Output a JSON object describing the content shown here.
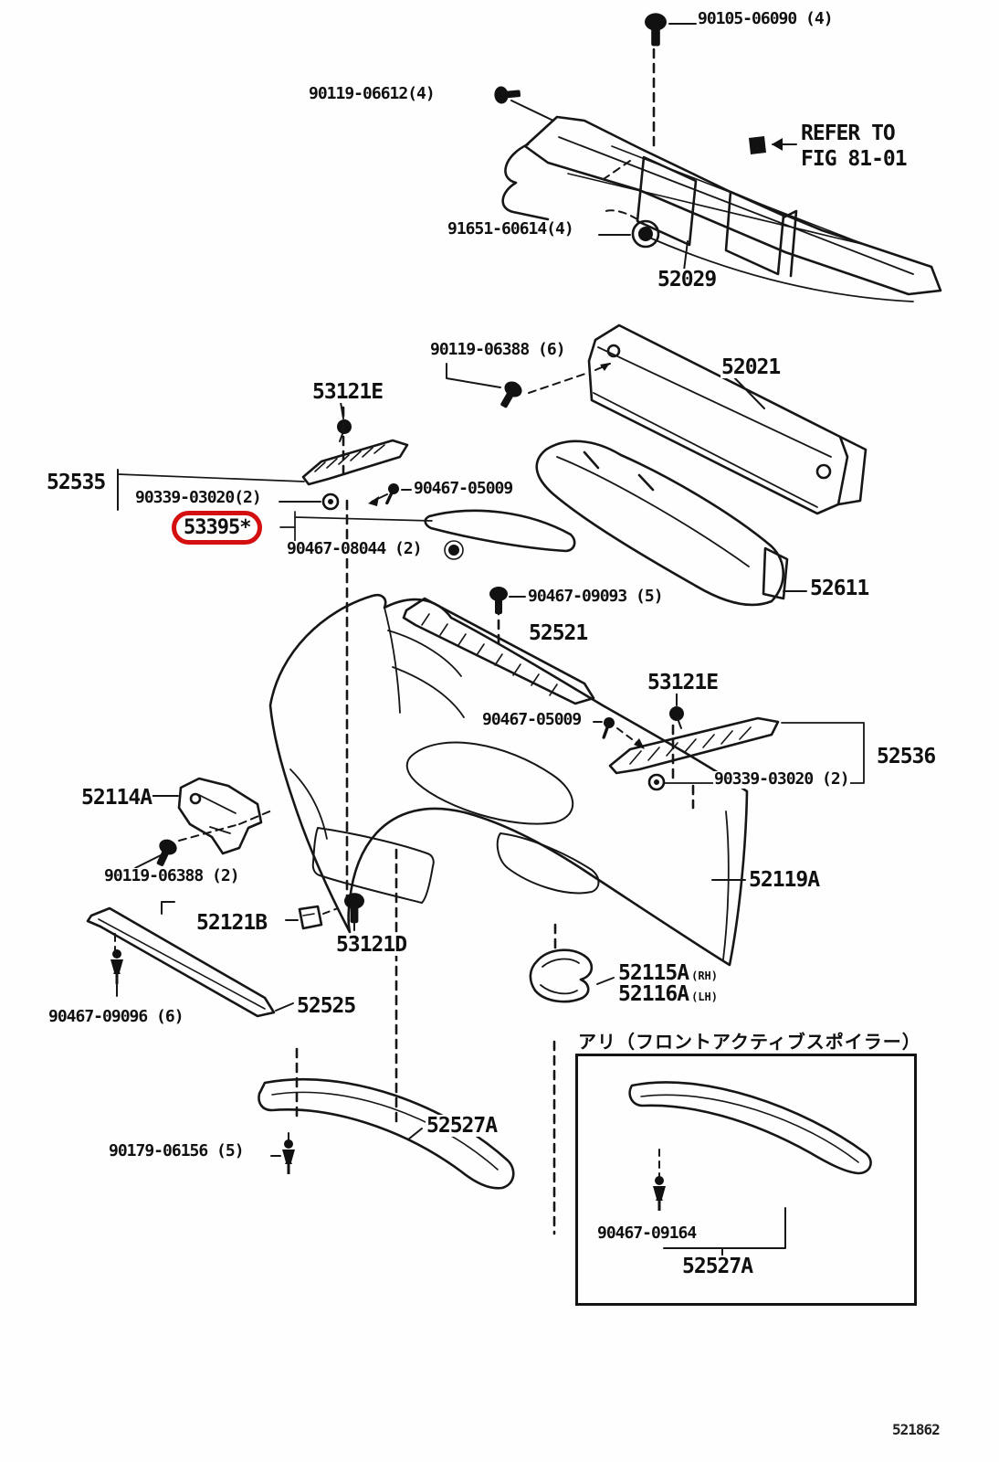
{
  "diagram": {
    "figure_code": "521862",
    "refer_note": {
      "line1": "REFER TO",
      "line2": "FIG 81-01"
    },
    "inset_caption": "アリ（フロントアクティブスポイラー）",
    "highlight_color": "#d40f0f",
    "callouts": [
      {
        "text": "90105-06090 (4)"
      },
      {
        "text": "90119-06612(4)"
      },
      {
        "text": "REFER TO"
      },
      {
        "text": "FIG 81-01"
      },
      {
        "text": "91651-60614(4)"
      },
      {
        "text": "52029"
      },
      {
        "text": "90119-06388 (6)"
      },
      {
        "text": "52021"
      },
      {
        "text": "53121E"
      },
      {
        "text": "52535"
      },
      {
        "text": "90339-03020(2)"
      },
      {
        "text": "90467-05009"
      },
      {
        "text": "53395*"
      },
      {
        "text": "90467-08044 (2)"
      },
      {
        "text": "52611"
      },
      {
        "text": "90467-09093 (5)"
      },
      {
        "text": "52521"
      },
      {
        "text": "53121E"
      },
      {
        "text": "90467-05009"
      },
      {
        "text": "52536"
      },
      {
        "text": "90339-03020 (2)"
      },
      {
        "text": "52114A"
      },
      {
        "text": "90119-06388 (2)"
      },
      {
        "text": "52119A"
      },
      {
        "text": "52121B"
      },
      {
        "text": "53121D"
      },
      {
        "text": "52115A",
        "side": "(RH)"
      },
      {
        "text": "52116A",
        "side": "(LH)"
      },
      {
        "text": "52525"
      },
      {
        "text": "90467-09096 (6)"
      },
      {
        "text": "52527A"
      },
      {
        "text": "90179-06156 (5)"
      },
      {
        "text": "90467-09164"
      },
      {
        "text": "52527A"
      }
    ]
  }
}
